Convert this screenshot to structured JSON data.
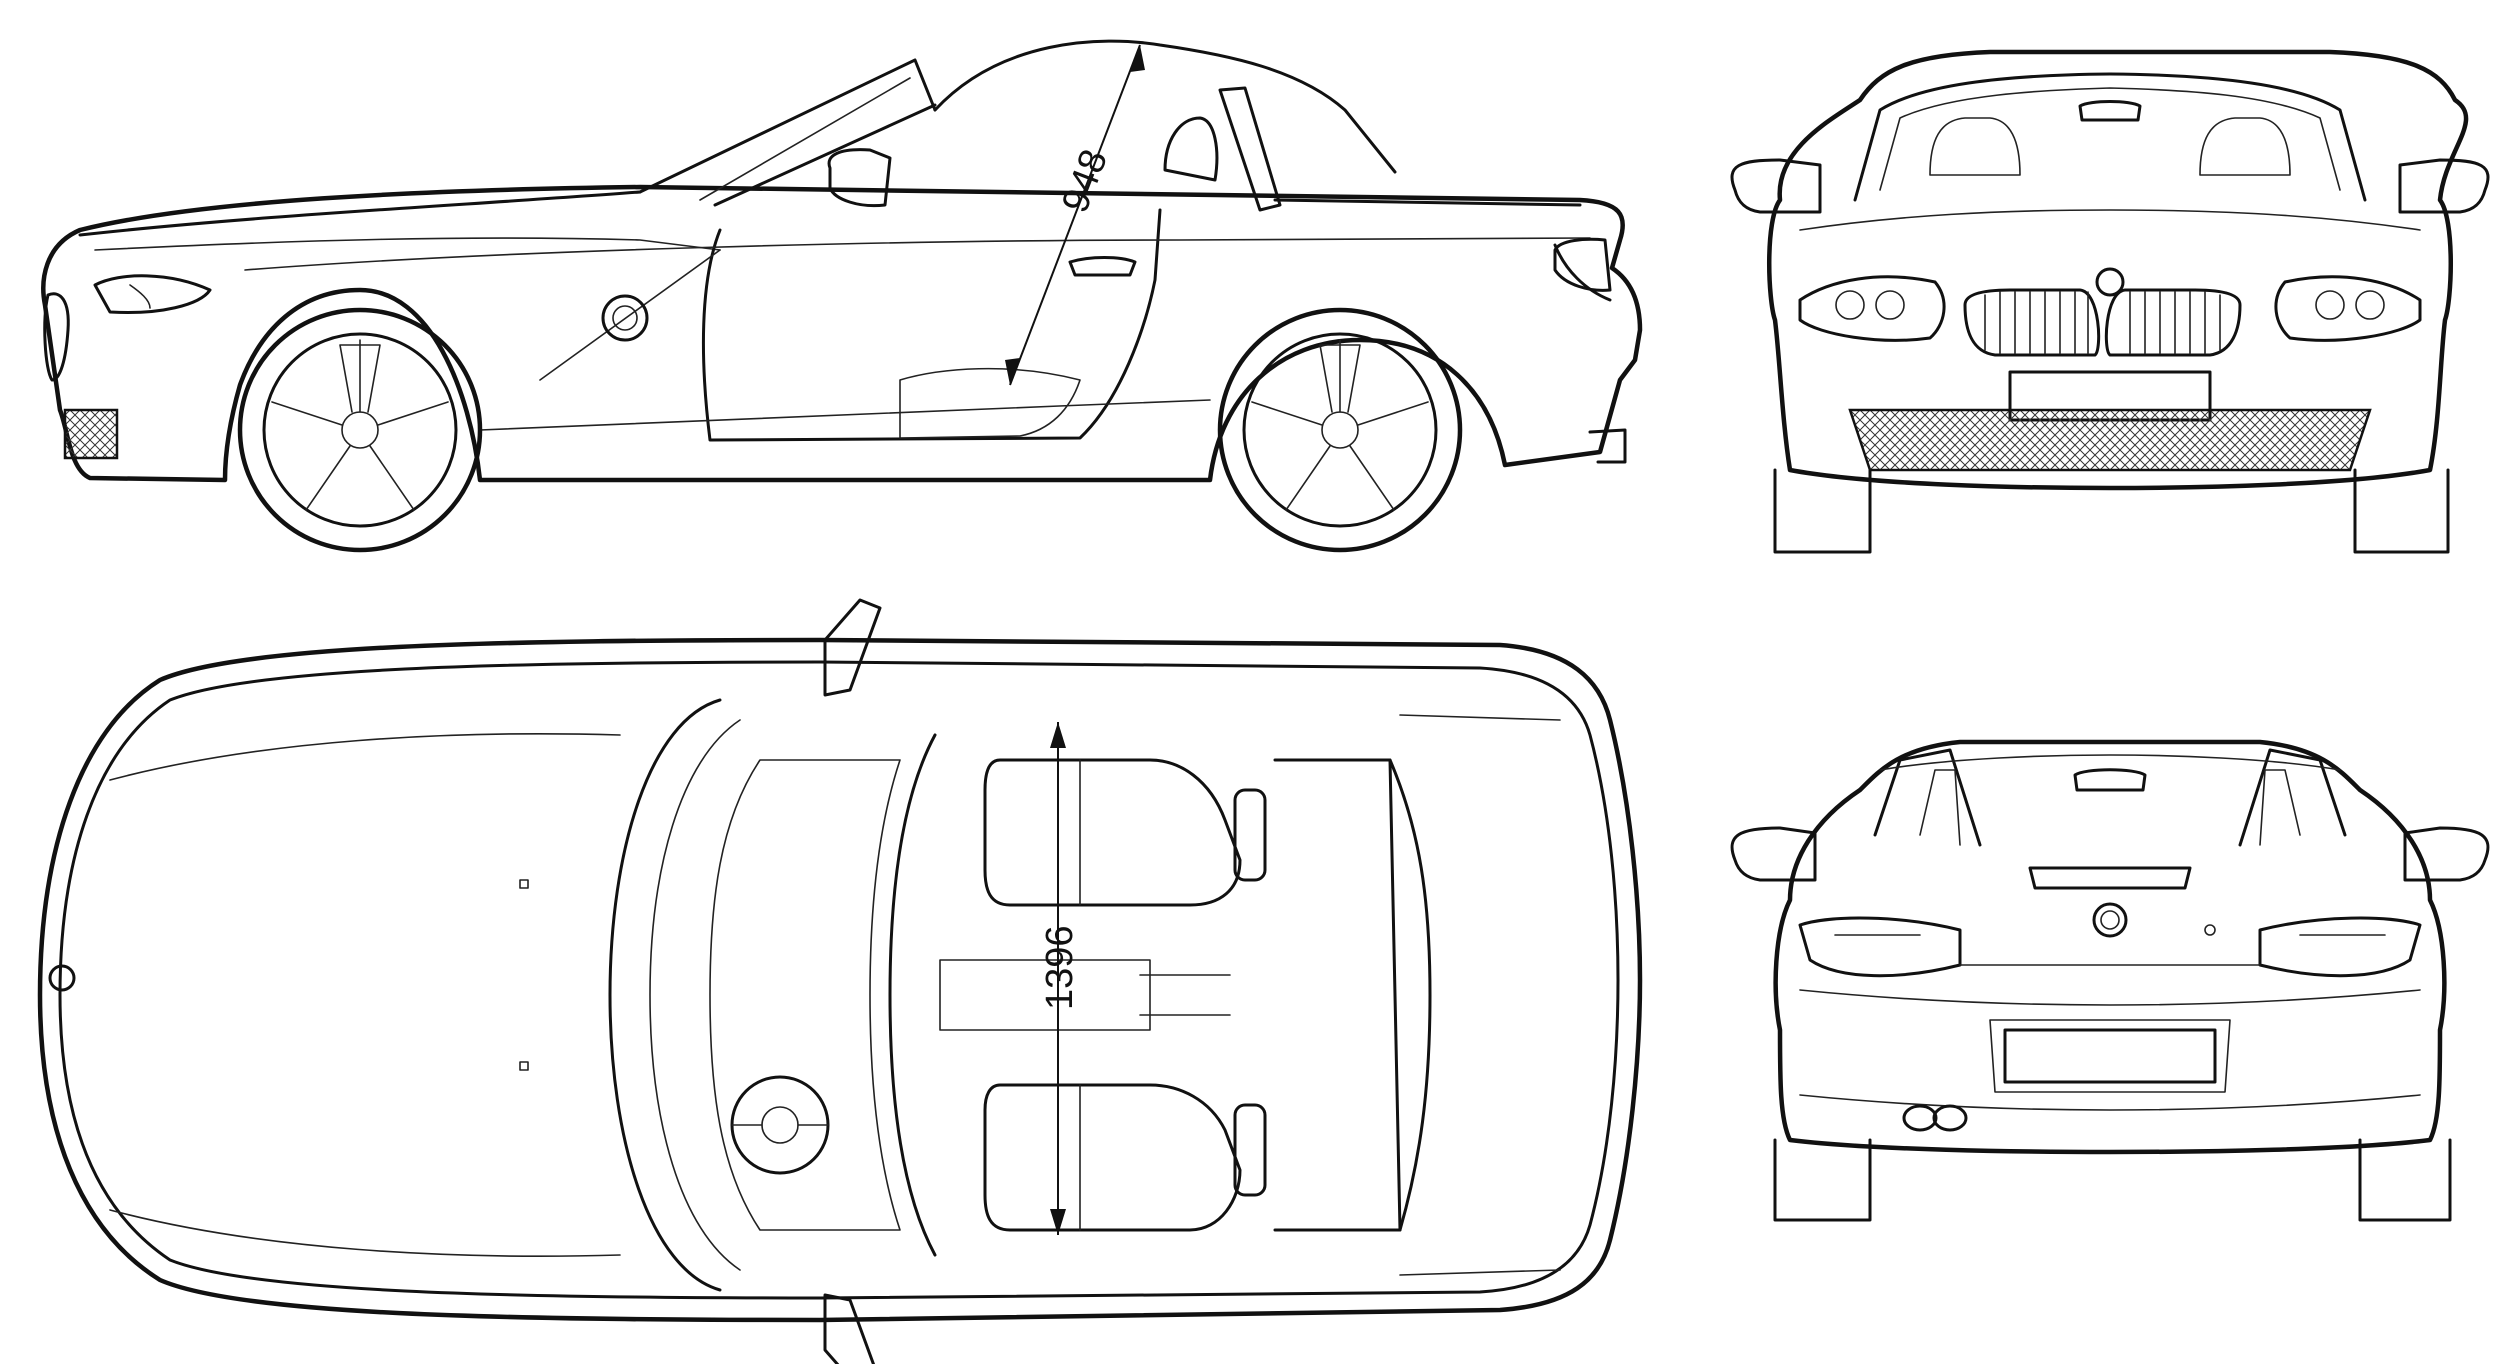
{
  "diagram": {
    "views": [
      "side",
      "front",
      "top",
      "rear"
    ],
    "dimensions": {
      "height": "948",
      "width": "1396"
    },
    "colors": {
      "line": "#111111",
      "background": "#ffffff"
    }
  }
}
